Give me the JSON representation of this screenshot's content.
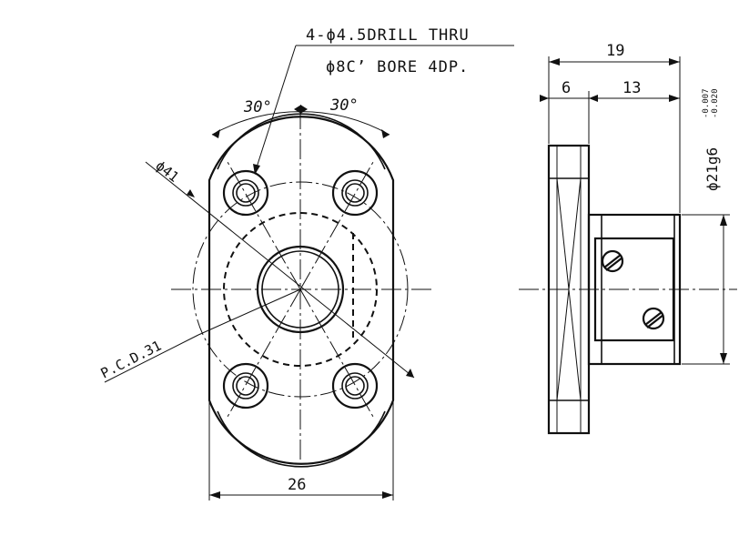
{
  "drawing": {
    "note_line1": "4-ϕ4.5DRILL THRU",
    "note_line2": "ϕ8C’ BORE 4DP.",
    "angle_left": "30°",
    "angle_right": "30°",
    "dia_flange": "ϕ41",
    "pcd": "P.C.D.31",
    "width": "26",
    "length_total": "19",
    "flange_thickness": "6",
    "body_length": "13",
    "shaft_dia": "ϕ21g6",
    "tol_upper": "-0.007",
    "tol_lower": "-0.020"
  }
}
